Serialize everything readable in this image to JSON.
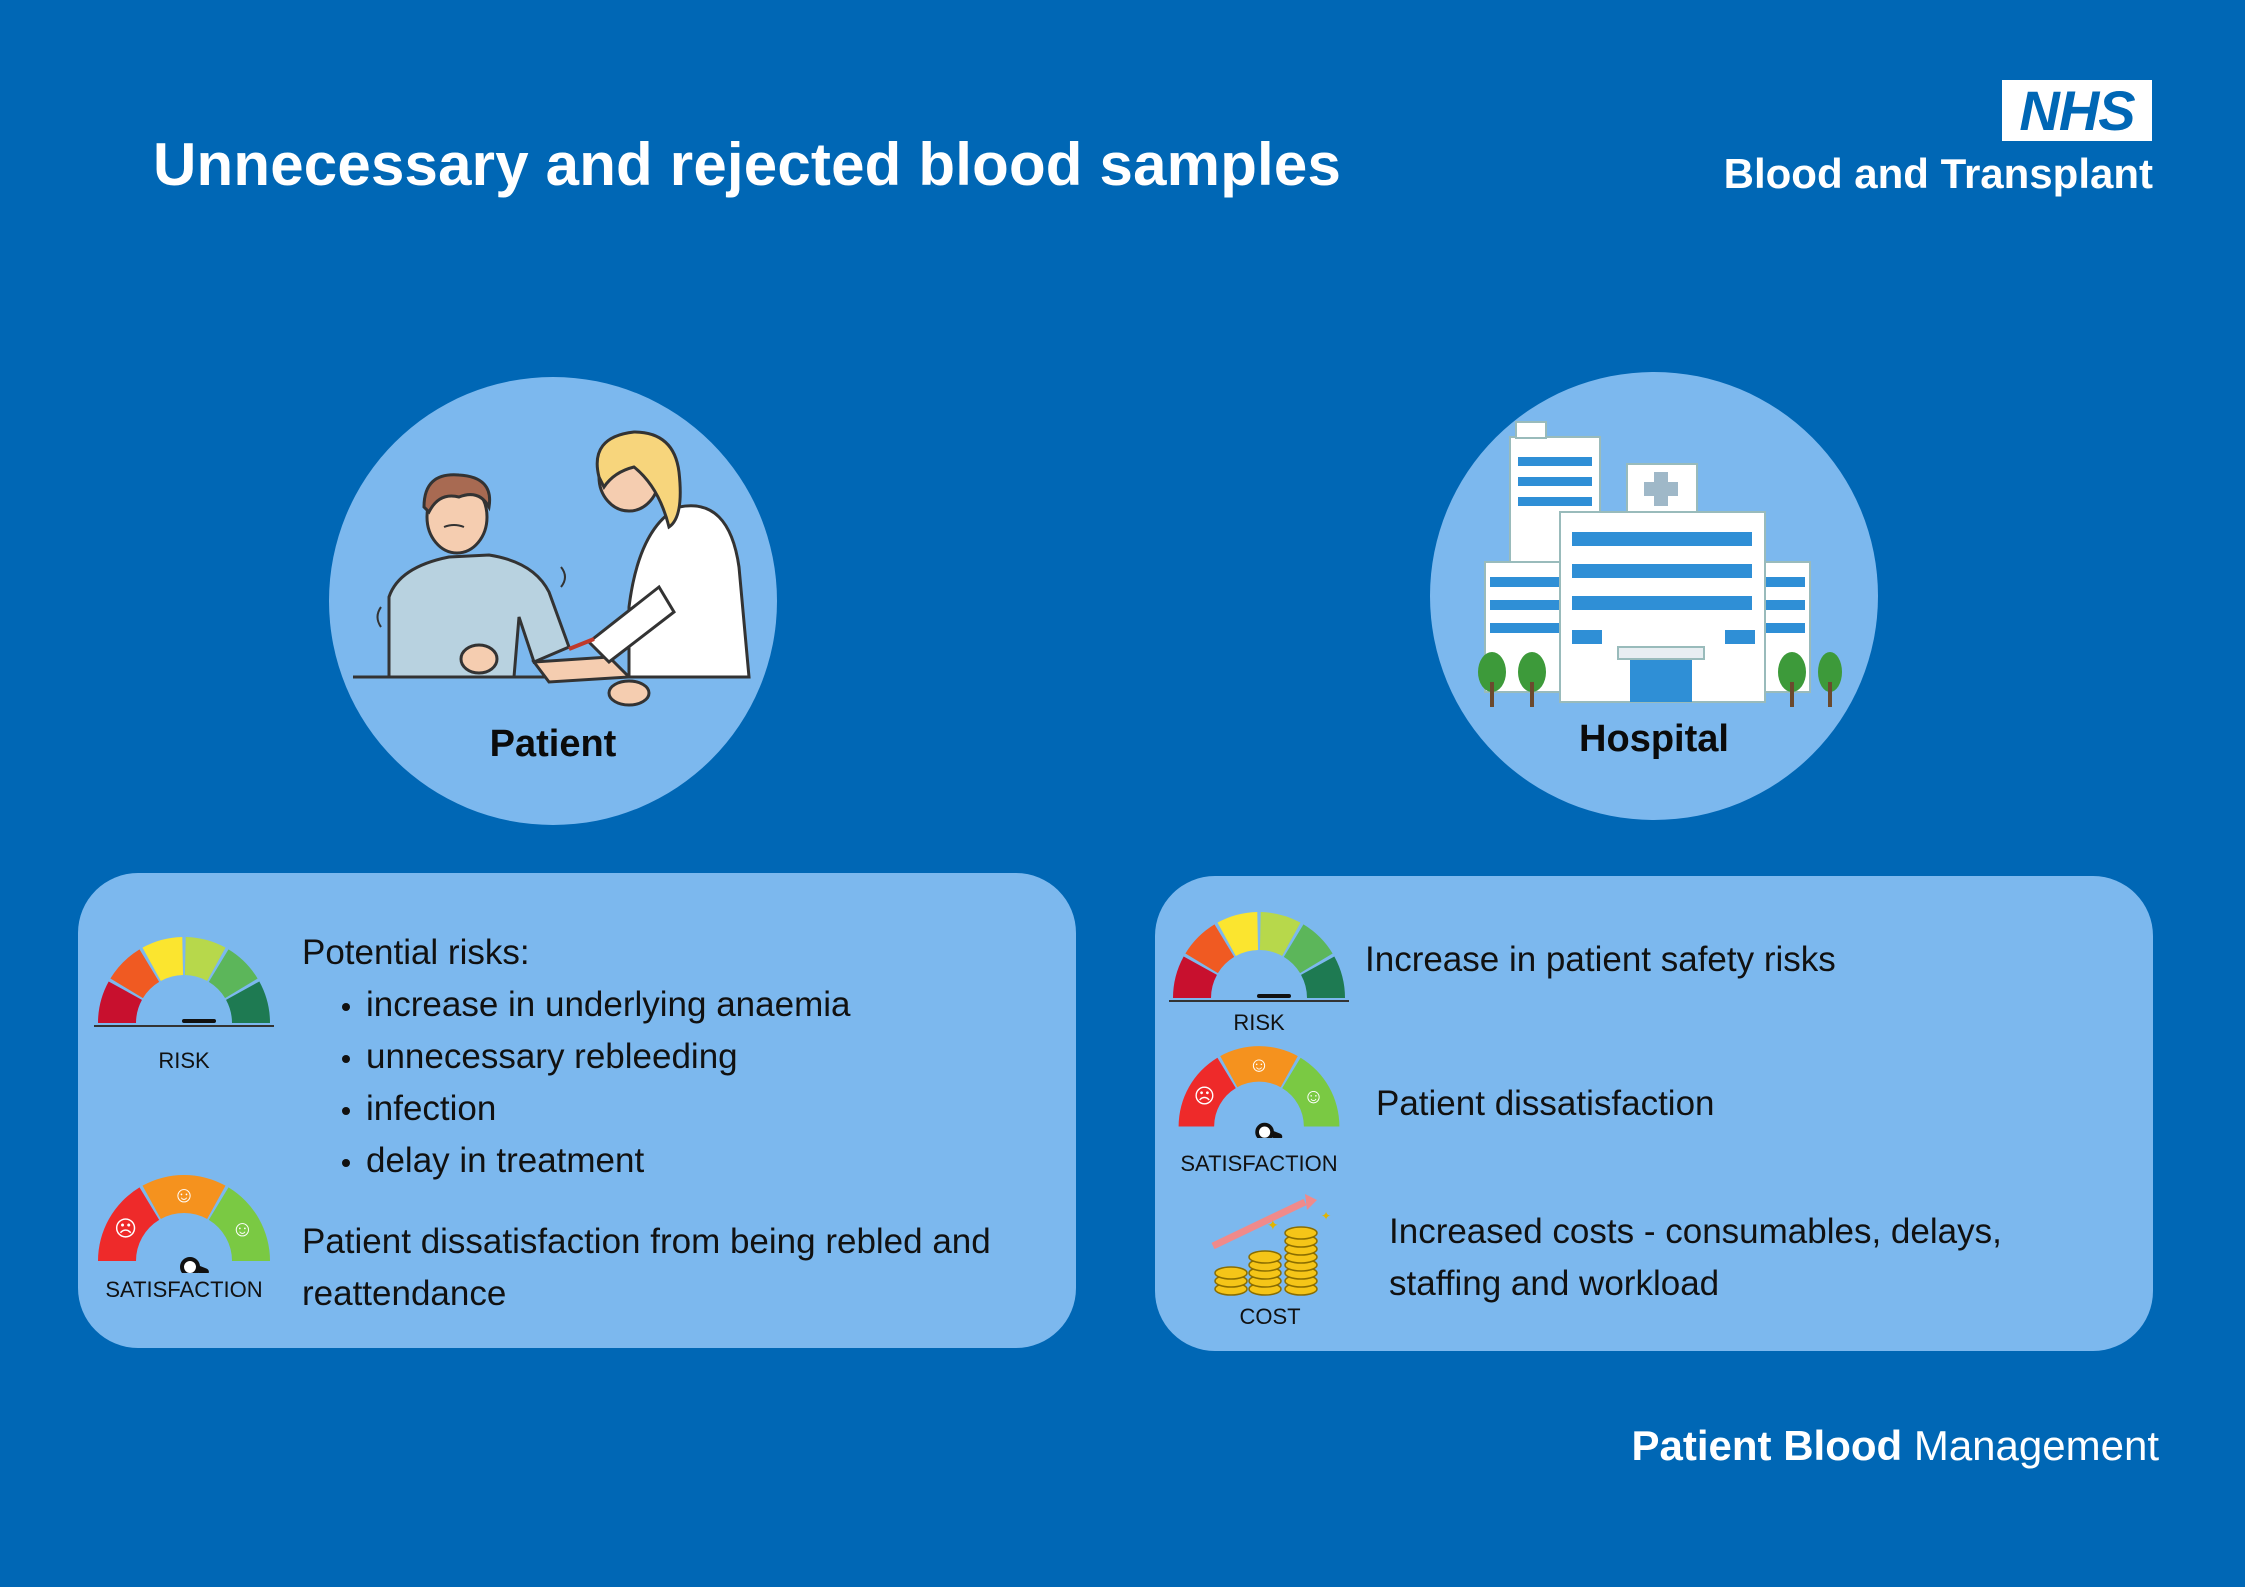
{
  "header": {
    "title": "Unnecessary and rejected blood samples",
    "nhs_logo": "NHS",
    "org_name": "Blood and Transplant"
  },
  "colors": {
    "background": "#0067b5",
    "panel": "#7cb8ee",
    "white": "#ffffff"
  },
  "patient": {
    "label": "Patient",
    "illustration": "patient-blood-draw-illustration",
    "risk_label": "RISK",
    "risk_level": 0.5,
    "intro": "Potential risks:",
    "risks": [
      "increase in underlying anaemia",
      "unnecessary rebleeding",
      "infection",
      "delay in treatment"
    ],
    "satisfaction_label": "SATISFACTION",
    "satisfaction_level": 0.15,
    "dissatisfaction_line1": "Patient dissatisfaction from being rebled and",
    "dissatisfaction_line2": "reattendance"
  },
  "hospital": {
    "label": "Hospital",
    "illustration": "hospital-building-illustration",
    "risk_label": "RISK",
    "risk_level": 0.55,
    "risk_text": "Increase in patient safety risks",
    "satisfaction_label": "SATISFACTION",
    "satisfaction_level": 0.15,
    "satisfaction_text": "Patient dissatisfaction",
    "cost_label": "COST",
    "cost_icon": "rising-coins-icon",
    "cost_line1": "Increased costs - consumables, delays,",
    "cost_line2": "staffing and workload"
  },
  "footer": {
    "bold": "Patient Blood",
    "regular": " Management"
  }
}
